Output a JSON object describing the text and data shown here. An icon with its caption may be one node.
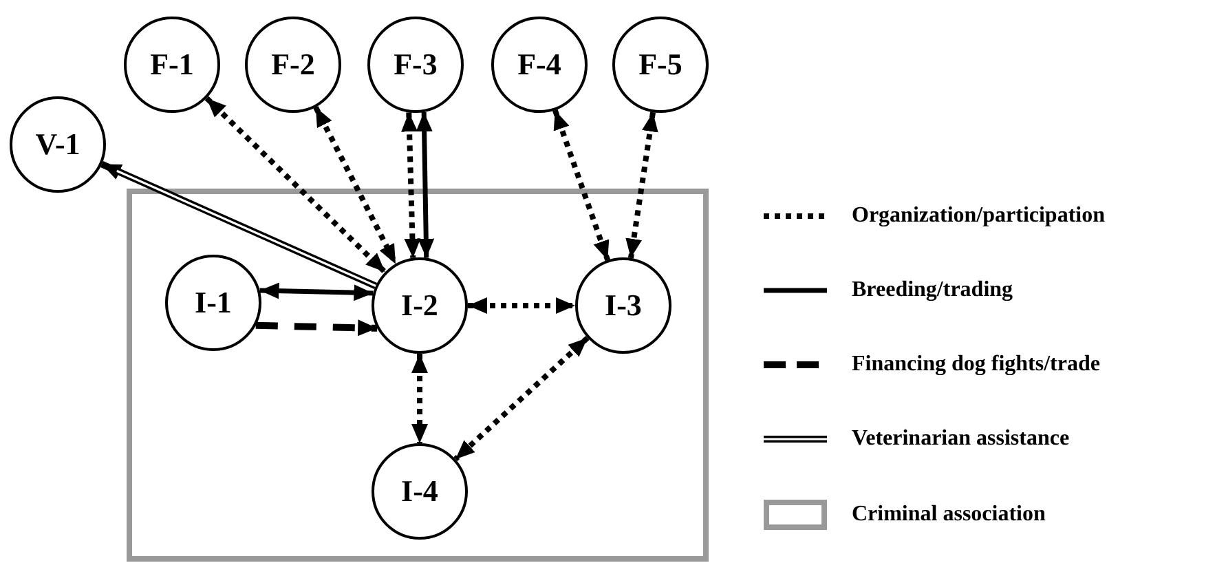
{
  "diagram": {
    "nodes": [
      {
        "text": [
          "F-1"
        ]
      },
      {
        "text": [
          "F-2"
        ]
      },
      {
        "text": [
          "F-3"
        ]
      },
      {
        "text": [
          "F-4"
        ]
      },
      {
        "text": [
          "F-5"
        ]
      },
      {
        "text": [
          "V-1"
        ]
      },
      {
        "text": [],
        "shape": "box"
      },
      {
        "text": [
          "I-1"
        ],
        "in": 6
      },
      {
        "text": [
          "I-2"
        ],
        "in": 6
      },
      {
        "text": [
          "I-3"
        ],
        "in": 6
      },
      {
        "text": [
          "I-4"
        ],
        "in": 6
      }
    ],
    "edges": [
      {
        "from": 0,
        "to": 8,
        "arrow": "both",
        "style": "dashed"
      },
      {
        "from": 1,
        "to": 8,
        "arrow": "both",
        "style": "dashed"
      },
      {
        "from": 2,
        "to": 8,
        "arrow": "both",
        "style": "dashed"
      },
      {
        "from": 2,
        "to": 8,
        "arrow": "both"
      },
      {
        "from": 3,
        "to": 9,
        "arrow": "both",
        "style": "dashed"
      },
      {
        "from": 4,
        "to": 9,
        "arrow": "both",
        "style": "dashed"
      },
      {
        "from": 8,
        "to": 5,
        "arrow": "to"
      },
      {
        "from": 7,
        "to": 8,
        "arrow": "both"
      },
      {
        "from": 7,
        "to": 8,
        "arrow": "to",
        "style": "dashed"
      },
      {
        "from": 8,
        "to": 9,
        "arrow": "both",
        "style": "dashed"
      },
      {
        "from": 8,
        "to": 10,
        "arrow": "both",
        "style": "dashed"
      },
      {
        "from": 9,
        "to": 10,
        "arrow": "both",
        "style": "dashed"
      }
    ],
    "legend": [
      {
        "text": "Organization/participation"
      },
      {
        "text": "Breeding/trading"
      },
      {
        "text": "Financing dog fights/trade"
      },
      {
        "text": "Veterinarian assistance"
      },
      {
        "text": "Criminal association"
      }
    ]
  }
}
